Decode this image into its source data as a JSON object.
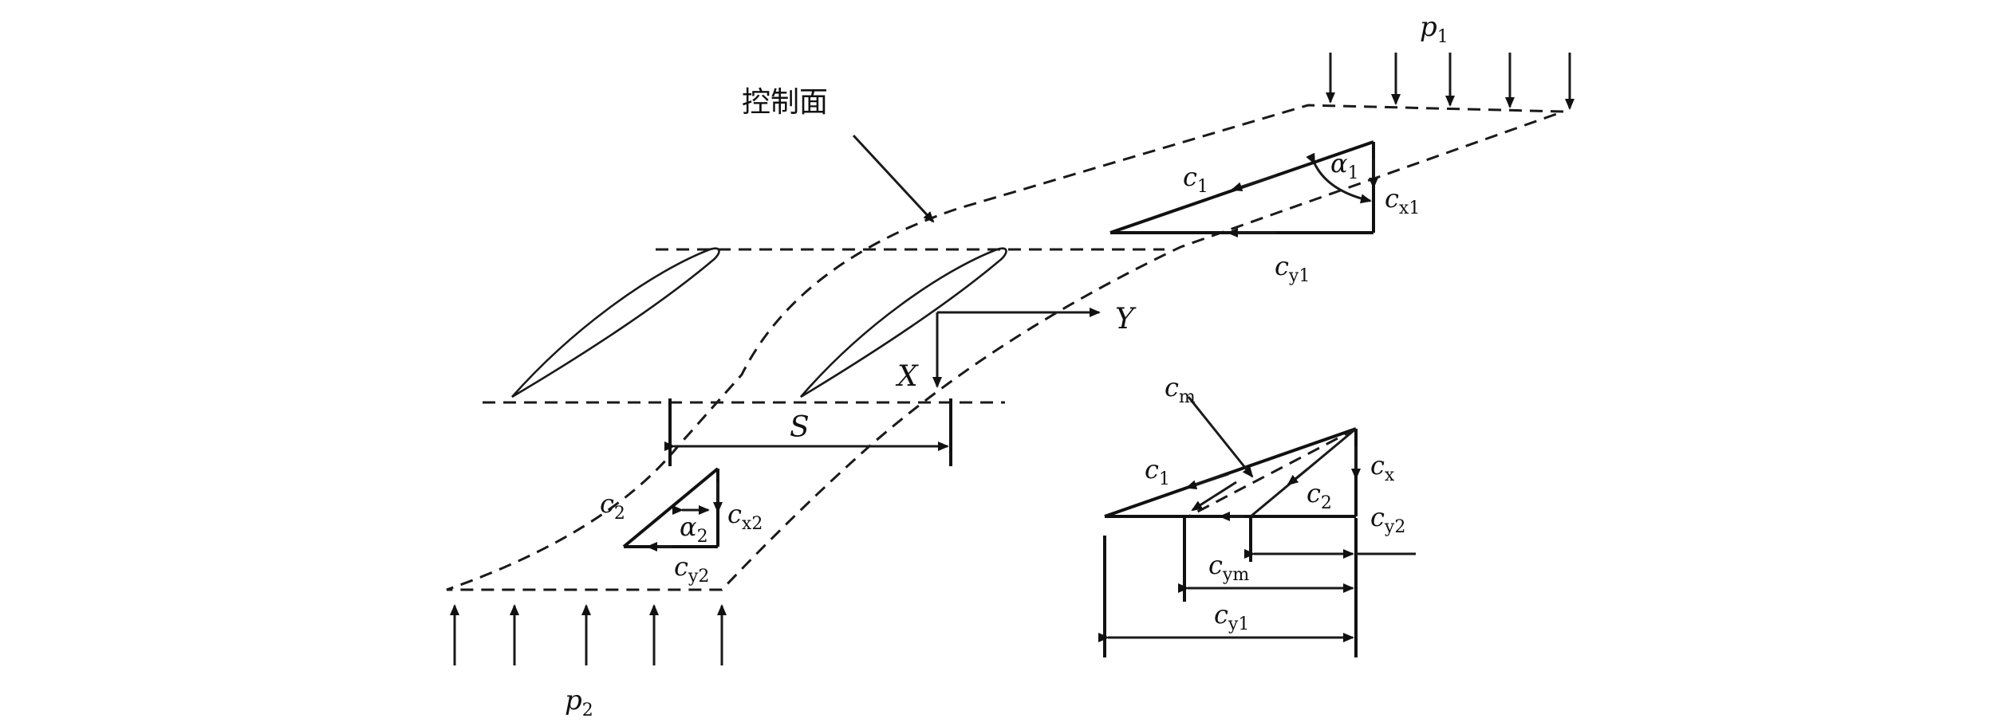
{
  "labels": {
    "control_surface": "控制面",
    "p1": {
      "base": "p",
      "sub": "1"
    },
    "p2": {
      "base": "p",
      "sub": "2"
    },
    "S": "S",
    "X": "X",
    "Y": "Y",
    "c1_top": {
      "base": "c",
      "sub": "1"
    },
    "alpha1": {
      "base": "α",
      "sub": "1"
    },
    "cx1": {
      "base": "c",
      "sub": "x1"
    },
    "cy1_top": {
      "base": "c",
      "sub": "y1"
    },
    "c2_left": {
      "base": "c",
      "sub": "2"
    },
    "alpha2": {
      "base": "α",
      "sub": "2"
    },
    "cx2": {
      "base": "c",
      "sub": "x2"
    },
    "cy2_left": {
      "base": "c",
      "sub": "y2"
    },
    "cm": {
      "base": "c",
      "sub": "m"
    },
    "c1_right": {
      "base": "c",
      "sub": "1"
    },
    "c2_right": {
      "base": "c",
      "sub": "2"
    },
    "cx": {
      "base": "c",
      "sub": "x"
    },
    "cy2_right": {
      "base": "c",
      "sub": "y2"
    },
    "cym": {
      "base": "c",
      "sub": "ym"
    },
    "cy1_right": {
      "base": "c",
      "sub": "y1"
    }
  }
}
